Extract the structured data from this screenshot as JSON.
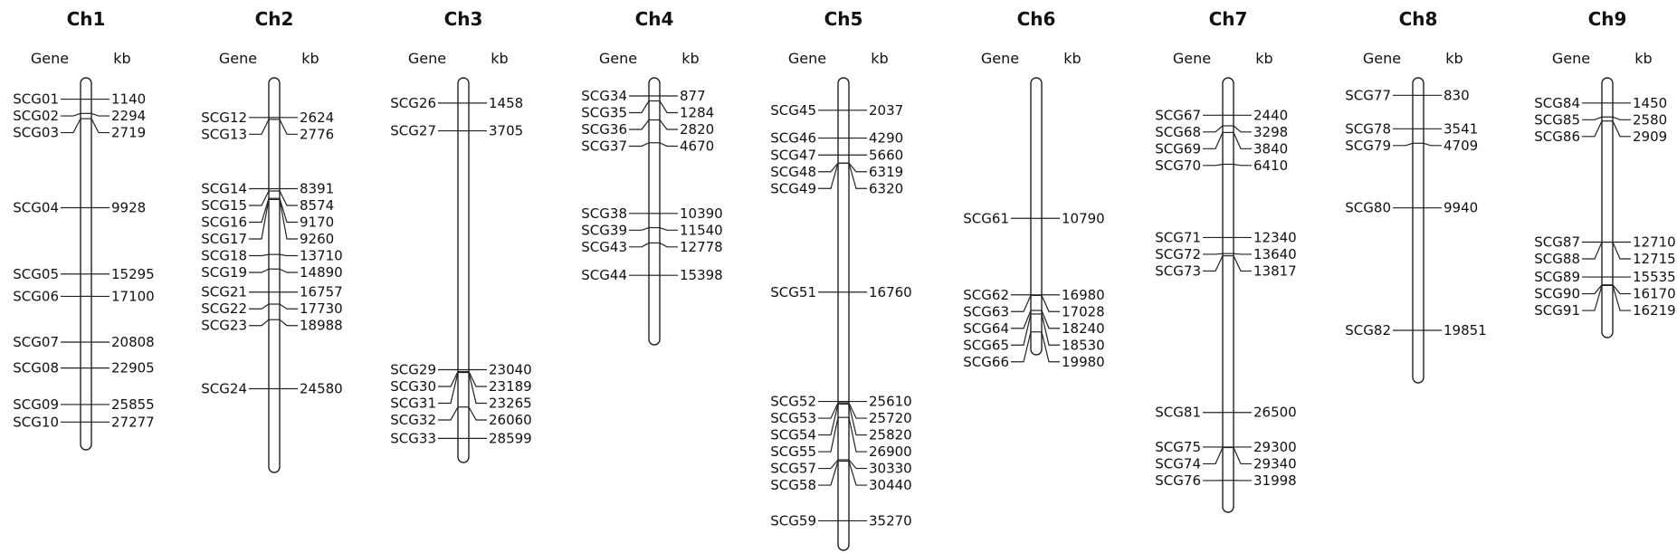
{
  "header": {
    "gene_label": "Gene",
    "kb_label": "kb"
  },
  "chromosomes": [
    {
      "name": "Ch1",
      "genes": [
        {
          "gene": "SCG01",
          "kb": "1140"
        },
        {
          "gene": "SCG02",
          "kb": "2294"
        },
        {
          "gene": "SCG03",
          "kb": "2719"
        },
        {
          "gene": "SCG04",
          "kb": "9928"
        },
        {
          "gene": "SCG05",
          "kb": "15295"
        },
        {
          "gene": "SCG06",
          "kb": "17100"
        },
        {
          "gene": "SCG07",
          "kb": "20808"
        },
        {
          "gene": "SCG08",
          "kb": "22905"
        },
        {
          "gene": "SCG09",
          "kb": "25855"
        },
        {
          "gene": "SCG10",
          "kb": "27277"
        }
      ]
    },
    {
      "name": "Ch2",
      "genes": [
        {
          "gene": "SCG12",
          "kb": "2624"
        },
        {
          "gene": "SCG13",
          "kb": "2776"
        },
        {
          "gene": "SCG14",
          "kb": "8391"
        },
        {
          "gene": "SCG15",
          "kb": "8574"
        },
        {
          "gene": "SCG16",
          "kb": "9170"
        },
        {
          "gene": "SCG17",
          "kb": "9260"
        },
        {
          "gene": "SCG18",
          "kb": "13710"
        },
        {
          "gene": "SCG19",
          "kb": "14890"
        },
        {
          "gene": "SCG21",
          "kb": "16757"
        },
        {
          "gene": "SCG22",
          "kb": "17730"
        },
        {
          "gene": "SCG23",
          "kb": "18988"
        },
        {
          "gene": "SCG24",
          "kb": "24580"
        }
      ]
    },
    {
      "name": "Ch3",
      "genes": [
        {
          "gene": "SCG26",
          "kb": "1458"
        },
        {
          "gene": "SCG27",
          "kb": "3705"
        },
        {
          "gene": "SCG29",
          "kb": "23040"
        },
        {
          "gene": "SCG30",
          "kb": "23189"
        },
        {
          "gene": "SCG31",
          "kb": "23265"
        },
        {
          "gene": "SCG32",
          "kb": "26060"
        },
        {
          "gene": "SCG33",
          "kb": "28599"
        }
      ]
    },
    {
      "name": "Ch4",
      "genes": [
        {
          "gene": "SCG34",
          "kb": "877"
        },
        {
          "gene": "SCG35",
          "kb": "1284"
        },
        {
          "gene": "SCG36",
          "kb": "2820"
        },
        {
          "gene": "SCG37",
          "kb": "4670"
        },
        {
          "gene": "SCG38",
          "kb": "10390"
        },
        {
          "gene": "SCG39",
          "kb": "11540"
        },
        {
          "gene": "SCG43",
          "kb": "12778"
        },
        {
          "gene": "SCG44",
          "kb": "15398"
        }
      ]
    },
    {
      "name": "Ch5",
      "genes": [
        {
          "gene": "SCG45",
          "kb": "2037"
        },
        {
          "gene": "SCG46",
          "kb": "4290"
        },
        {
          "gene": "SCG47",
          "kb": "5660"
        },
        {
          "gene": "SCG48",
          "kb": "6319"
        },
        {
          "gene": "SCG49",
          "kb": "6320"
        },
        {
          "gene": "SCG51",
          "kb": "16760"
        },
        {
          "gene": "SCG52",
          "kb": "25610"
        },
        {
          "gene": "SCG53",
          "kb": "25720"
        },
        {
          "gene": "SCG54",
          "kb": "25820"
        },
        {
          "gene": "SCG55",
          "kb": "26900"
        },
        {
          "gene": "SCG57",
          "kb": "30330"
        },
        {
          "gene": "SCG58",
          "kb": "30440"
        },
        {
          "gene": "SCG59",
          "kb": "35270"
        }
      ]
    },
    {
      "name": "Ch6",
      "genes": [
        {
          "gene": "SCG61",
          "kb": "10790"
        },
        {
          "gene": "SCG62",
          "kb": "16980"
        },
        {
          "gene": "SCG63",
          "kb": "17028"
        },
        {
          "gene": "SCG64",
          "kb": "18240"
        },
        {
          "gene": "SCG65",
          "kb": "18530"
        },
        {
          "gene": "SCG66",
          "kb": "19980"
        }
      ]
    },
    {
      "name": "Ch7",
      "genes": [
        {
          "gene": "SCG67",
          "kb": "2440"
        },
        {
          "gene": "SCG68",
          "kb": "3298"
        },
        {
          "gene": "SCG69",
          "kb": "3840"
        },
        {
          "gene": "SCG70",
          "kb": "6410"
        },
        {
          "gene": "SCG71",
          "kb": "12340"
        },
        {
          "gene": "SCG72",
          "kb": "13640"
        },
        {
          "gene": "SCG73",
          "kb": "13817"
        },
        {
          "gene": "SCG81",
          "kb": "26500"
        },
        {
          "gene": "SCG75",
          "kb": "29300"
        },
        {
          "gene": "SCG74",
          "kb": "29340"
        },
        {
          "gene": "SCG76",
          "kb": "31998"
        }
      ]
    },
    {
      "name": "Ch8",
      "genes": [
        {
          "gene": "SCG77",
          "kb": "830"
        },
        {
          "gene": "SCG78",
          "kb": "3541"
        },
        {
          "gene": "SCG79",
          "kb": "4709"
        },
        {
          "gene": "SCG80",
          "kb": "9940"
        },
        {
          "gene": "SCG82",
          "kb": "19851"
        }
      ]
    },
    {
      "name": "Ch9",
      "genes": [
        {
          "gene": "SCG84",
          "kb": "1450"
        },
        {
          "gene": "SCG85",
          "kb": "2580"
        },
        {
          "gene": "SCG86",
          "kb": "2909"
        },
        {
          "gene": "SCG87",
          "kb": "12710"
        },
        {
          "gene": "SCG88",
          "kb": "12715"
        },
        {
          "gene": "SCG89",
          "kb": "15535"
        },
        {
          "gene": "SCG90",
          "kb": "16170"
        },
        {
          "gene": "SCG91",
          "kb": "16219"
        }
      ]
    }
  ]
}
